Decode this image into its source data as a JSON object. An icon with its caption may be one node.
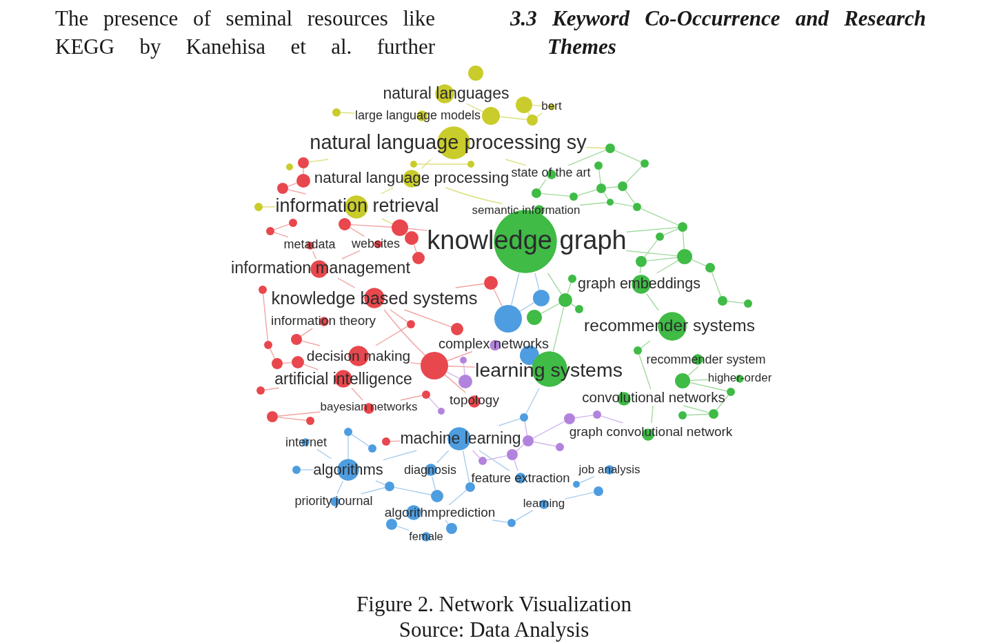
{
  "diagram": {
    "caption": "Figure 2. Network Visualization",
    "nodes": [
      {
        "text": [
          "natural languages"
        ]
      },
      {
        "text": [
          "bert"
        ]
      },
      {
        "text": [
          "large language models"
        ]
      },
      {
        "text": [
          "natural language processing sy"
        ]
      },
      {
        "text": [
          "state of the art"
        ]
      },
      {
        "text": [
          "natural language processing"
        ]
      },
      {
        "text": [
          "information retrieval"
        ]
      },
      {
        "text": [
          "semantic information"
        ]
      },
      {
        "text": [
          "knowledge graph"
        ]
      },
      {
        "text": [
          "metadata"
        ]
      },
      {
        "text": [
          "websites"
        ]
      },
      {
        "text": [
          "information management"
        ]
      },
      {
        "text": [
          "knowledge based systems"
        ]
      },
      {
        "text": [
          "information theory"
        ]
      },
      {
        "text": [
          "graph embeddings"
        ]
      },
      {
        "text": [
          "recommender systems"
        ]
      },
      {
        "text": [
          "complex networks"
        ]
      },
      {
        "text": [
          "decision making"
        ]
      },
      {
        "text": [
          "learning systems"
        ]
      },
      {
        "text": [
          "recommender system"
        ]
      },
      {
        "text": [
          "artificial intelligence"
        ]
      },
      {
        "text": [
          "higher-order"
        ]
      },
      {
        "text": [
          "topology"
        ]
      },
      {
        "text": [
          "bayesian networks"
        ]
      },
      {
        "text": [
          "convolutional networks"
        ]
      },
      {
        "text": [
          "graph convolutional network"
        ]
      },
      {
        "text": [
          "internet"
        ]
      },
      {
        "text": [
          "machine learning"
        ]
      },
      {
        "text": [
          "algorithms"
        ]
      },
      {
        "text": [
          "diagnosis"
        ]
      },
      {
        "text": [
          "feature extraction"
        ]
      },
      {
        "text": [
          "job analysis"
        ]
      },
      {
        "text": [
          "priority journal"
        ]
      },
      {
        "text": [
          "algorithmprediction"
        ]
      },
      {
        "text": [
          "learning"
        ]
      },
      {
        "text": [
          "female"
        ]
      },
      {
        "text": [],
        "shape": "circle"
      },
      {
        "text": [],
        "shape": "circle"
      },
      {
        "text": [],
        "shape": "circle"
      },
      {
        "text": [],
        "shape": "circle"
      },
      {
        "text": [],
        "shape": "circle"
      },
      {
        "text": [],
        "shape": "circle"
      },
      {
        "text": [],
        "shape": "circle"
      },
      {
        "text": [],
        "shape": "circle"
      },
      {
        "text": [],
        "shape": "circle"
      },
      {
        "text": [],
        "shape": "circle"
      },
      {
        "text": [],
        "shape": "circle"
      },
      {
        "text": [],
        "shape": "circle"
      },
      {
        "text": [],
        "shape": "circle"
      },
      {
        "text": [],
        "shape": "circle"
      },
      {
        "text": [],
        "shape": "circle"
      },
      {
        "text": [],
        "shape": "circle"
      },
      {
        "text": [],
        "shape": "circle"
      },
      {
        "text": [],
        "shape": "circle"
      },
      {
        "text": [],
        "shape": "circle"
      },
      {
        "text": [],
        "shape": "circle"
      },
      {
        "text": [],
        "shape": "circle"
      },
      {
        "text": [],
        "shape": "circle"
      },
      {
        "text": [],
        "shape": "circle"
      },
      {
        "text": [],
        "shape": "circle"
      },
      {
        "text": [],
        "shape": "circle"
      },
      {
        "text": [],
        "shape": "circle"
      },
      {
        "text": [],
        "shape": "circle"
      },
      {
        "text": [],
        "shape": "circle"
      },
      {
        "text": [],
        "shape": "circle"
      },
      {
        "text": [],
        "shape": "circle"
      },
      {
        "text": [],
        "shape": "circle"
      },
      {
        "text": [],
        "shape": "circle"
      },
      {
        "text": [],
        "shape": "circle"
      },
      {
        "text": [],
        "shape": "circle"
      },
      {
        "text": [],
        "shape": "circle"
      },
      {
        "text": [],
        "shape": "circle"
      },
      {
        "text": [],
        "shape": "circle"
      },
      {
        "text": [],
        "shape": "circle"
      },
      {
        "text": [],
        "shape": "circle"
      },
      {
        "text": [],
        "shape": "circle"
      },
      {
        "text": [],
        "shape": "circle"
      },
      {
        "text": [],
        "shape": "circle"
      },
      {
        "text": [],
        "shape": "circle"
      },
      {
        "text": [],
        "shape": "circle"
      },
      {
        "text": [],
        "shape": "circle"
      },
      {
        "text": [],
        "shape": "circle"
      },
      {
        "text": [],
        "shape": "circle"
      },
      {
        "text": [],
        "shape": "circle"
      },
      {
        "text": [],
        "shape": "circle"
      },
      {
        "text": [],
        "shape": "circle"
      },
      {
        "text": [],
        "shape": "circle"
      },
      {
        "text": [],
        "shape": "circle"
      },
      {
        "text": [],
        "shape": "circle"
      },
      {
        "text": [],
        "shape": "circle"
      },
      {
        "text": [],
        "shape": "circle"
      },
      {
        "text": [],
        "shape": "circle"
      },
      {
        "text": [],
        "shape": "circle"
      },
      {
        "text": [],
        "shape": "circle"
      },
      {
        "text": [],
        "shape": "circle"
      },
      {
        "text": [],
        "shape": "circle"
      },
      {
        "text": [],
        "shape": "circle"
      },
      {
        "text": [],
        "shape": "circle"
      },
      {
        "text": [],
        "shape": "circle"
      },
      {
        "text": [],
        "shape": "circle"
      },
      {
        "text": [],
        "shape": "circle"
      },
      {
        "text": [],
        "shape": "circle"
      },
      {
        "text": [],
        "shape": "circle"
      },
      {
        "text": [],
        "shape": "circle"
      },
      {
        "text": [],
        "shape": "circle"
      },
      {
        "text": [],
        "shape": "circle"
      },
      {
        "text": [],
        "shape": "circle"
      },
      {
        "text": [],
        "shape": "circle"
      },
      {
        "text": [],
        "shape": "circle"
      },
      {
        "text": [],
        "shape": "circle"
      },
      {
        "text": [],
        "shape": "circle"
      },
      {
        "text": [],
        "shape": "circle"
      },
      {
        "text": [],
        "shape": "circle"
      },
      {
        "text": [],
        "shape": "circle"
      },
      {
        "text": [],
        "shape": "circle"
      },
      {
        "text": [],
        "shape": "circle"
      },
      {
        "text": [],
        "shape": "circle"
      }
    ],
    "edges": [
      {
        "from": 0,
        "to": 38,
        "arrow": "none",
        "color": "#dcdf7e"
      },
      {
        "from": 38,
        "to": 39,
        "arrow": "none",
        "color": "#dcdf7e"
      },
      {
        "from": 37,
        "to": 1,
        "arrow": "none",
        "color": "#dcdf7e"
      },
      {
        "from": 37,
        "to": 39,
        "arrow": "none",
        "color": "#dcdf7e"
      },
      {
        "from": 1,
        "to": 39,
        "arrow": "none",
        "color": "#dcdf7e"
      },
      {
        "from": 2,
        "to": 41,
        "arrow": "none",
        "color": "#dcdf7e"
      },
      {
        "from": 3,
        "to": 5,
        "arrow": "none",
        "color": "#dcdf7e"
      },
      {
        "from": 3,
        "to": 4,
        "arrow": "none",
        "color": "#dcdf7e"
      },
      {
        "from": 3,
        "to": 45,
        "arrow": "none",
        "color": "#dcdf7e"
      },
      {
        "from": 3,
        "to": 68,
        "arrow": "none",
        "color": "#dcdf7e"
      },
      {
        "from": 42,
        "to": 43,
        "arrow": "none",
        "color": "#dcdf7e"
      },
      {
        "from": 5,
        "to": 6,
        "arrow": "none",
        "color": "#dcdf7e"
      },
      {
        "from": 5,
        "to": 7,
        "arrow": "none",
        "color": "#dcdf7e"
      },
      {
        "from": 6,
        "to": 44,
        "arrow": "none",
        "color": "#dcdf7e"
      },
      {
        "from": 6,
        "to": 50,
        "arrow": "none",
        "color": "#dcdf7e"
      },
      {
        "from": 45,
        "to": 46,
        "arrow": "none",
        "color": "#f2a3a3"
      },
      {
        "from": 46,
        "to": 47,
        "arrow": "none",
        "color": "#f2a3a3"
      },
      {
        "from": 47,
        "to": 6,
        "arrow": "none",
        "color": "#f2a3a3"
      },
      {
        "from": 54,
        "to": 9,
        "arrow": "none",
        "color": "#f2a3a3"
      },
      {
        "from": 48,
        "to": 54,
        "arrow": "none",
        "color": "#f2a3a3"
      },
      {
        "from": 11,
        "to": 9,
        "arrow": "none",
        "color": "#f2a3a3"
      },
      {
        "from": 11,
        "to": 10,
        "arrow": "none",
        "color": "#f2a3a3"
      },
      {
        "from": 11,
        "to": 12,
        "arrow": "none",
        "color": "#f2a3a3"
      },
      {
        "from": 49,
        "to": 10,
        "arrow": "none",
        "color": "#f2a3a3"
      },
      {
        "from": 49,
        "to": 50,
        "arrow": "none",
        "color": "#f2a3a3"
      },
      {
        "from": 51,
        "to": 53,
        "arrow": "none",
        "color": "#f2a3a3"
      },
      {
        "from": 50,
        "to": 8,
        "arrow": "none",
        "color": "#f2a3a3"
      },
      {
        "from": 12,
        "to": 52,
        "arrow": "none",
        "color": "#f2a3a3"
      },
      {
        "from": 12,
        "to": 57,
        "arrow": "none",
        "color": "#f2a3a3"
      },
      {
        "from": 13,
        "to": 56,
        "arrow": "none",
        "color": "#f2a3a3"
      },
      {
        "from": 17,
        "to": 57,
        "arrow": "none",
        "color": "#f2a3a3"
      },
      {
        "from": 20,
        "to": 60,
        "arrow": "none",
        "color": "#f2a3a3"
      },
      {
        "from": 60,
        "to": 59,
        "arrow": "none",
        "color": "#f2a3a3"
      },
      {
        "from": 20,
        "to": 61,
        "arrow": "none",
        "color": "#f2a3a3"
      },
      {
        "from": 20,
        "to": 23,
        "arrow": "none",
        "color": "#f2a3a3"
      },
      {
        "from": 23,
        "to": 62,
        "arrow": "none",
        "color": "#f2a3a3"
      },
      {
        "from": 62,
        "to": 63,
        "arrow": "none",
        "color": "#f2a3a3"
      },
      {
        "from": 23,
        "to": 64,
        "arrow": "none",
        "color": "#f2a3a3"
      },
      {
        "from": 57,
        "to": 18,
        "arrow": "none",
        "color": "#f2a3a3"
      },
      {
        "from": 65,
        "to": 12,
        "arrow": "none",
        "color": "#f2a3a3"
      },
      {
        "from": 65,
        "to": 17,
        "arrow": "none",
        "color": "#f2a3a3"
      },
      {
        "from": 66,
        "to": 12,
        "arrow": "none",
        "color": "#f2a3a3"
      },
      {
        "from": 58,
        "to": 59,
        "arrow": "none",
        "color": "#f2a3a3"
      },
      {
        "from": 22,
        "to": 57,
        "arrow": "none",
        "color": "#f2a3a3"
      },
      {
        "from": 67,
        "to": 27,
        "arrow": "none",
        "color": "#f2a3a3"
      },
      {
        "from": 55,
        "to": 58,
        "arrow": "none",
        "color": "#f2a3a3"
      },
      {
        "from": 52,
        "to": 93,
        "arrow": "none",
        "color": "#f2a3a3"
      },
      {
        "from": 56,
        "to": 17,
        "arrow": "none",
        "color": "#f2a3a3"
      },
      {
        "from": 16,
        "to": 57,
        "arrow": "none",
        "color": "#f2a3a3"
      },
      {
        "from": 8,
        "to": 76,
        "arrow": "none"
      },
      {
        "from": 8,
        "to": 73,
        "arrow": "none"
      },
      {
        "from": 8,
        "to": 82,
        "arrow": "none"
      },
      {
        "from": 92,
        "to": 82,
        "arrow": "none"
      },
      {
        "from": 82,
        "to": 18,
        "arrow": "none"
      },
      {
        "from": 83,
        "to": 82,
        "arrow": "none"
      },
      {
        "from": 82,
        "to": 90,
        "arrow": "none"
      },
      {
        "from": 4,
        "to": 68,
        "arrow": "none"
      },
      {
        "from": 68,
        "to": 69,
        "arrow": "none"
      },
      {
        "from": 69,
        "to": 70,
        "arrow": "none"
      },
      {
        "from": 70,
        "to": 79,
        "arrow": "none"
      },
      {
        "from": 78,
        "to": 79,
        "arrow": "none"
      },
      {
        "from": 79,
        "to": 80,
        "arrow": "none"
      },
      {
        "from": 81,
        "to": 71,
        "arrow": "none"
      },
      {
        "from": 81,
        "to": 79,
        "arrow": "none"
      },
      {
        "from": 71,
        "to": 4,
        "arrow": "none"
      },
      {
        "from": 70,
        "to": 72,
        "arrow": "none"
      },
      {
        "from": 72,
        "to": 80,
        "arrow": "none"
      },
      {
        "from": 72,
        "to": 73,
        "arrow": "none"
      },
      {
        "from": 73,
        "to": 74,
        "arrow": "none"
      },
      {
        "from": 74,
        "to": 75,
        "arrow": "none"
      },
      {
        "from": 75,
        "to": 14,
        "arrow": "none"
      },
      {
        "from": 14,
        "to": 76,
        "arrow": "none"
      },
      {
        "from": 75,
        "to": 76,
        "arrow": "none"
      },
      {
        "from": 73,
        "to": 76,
        "arrow": "none"
      },
      {
        "from": 76,
        "to": 77,
        "arrow": "none"
      },
      {
        "from": 77,
        "to": 84,
        "arrow": "none"
      },
      {
        "from": 84,
        "to": 85,
        "arrow": "none"
      },
      {
        "from": 14,
        "to": 15,
        "arrow": "none"
      },
      {
        "from": 15,
        "to": 89,
        "arrow": "none"
      },
      {
        "from": 19,
        "to": 86,
        "arrow": "none"
      },
      {
        "from": 86,
        "to": 21,
        "arrow": "none"
      },
      {
        "from": 89,
        "to": 24,
        "arrow": "none"
      },
      {
        "from": 24,
        "to": 87,
        "arrow": "none"
      },
      {
        "from": 87,
        "to": 88,
        "arrow": "none"
      },
      {
        "from": 86,
        "to": 88,
        "arrow": "none"
      },
      {
        "from": 91,
        "to": 87,
        "arrow": "none"
      },
      {
        "from": 25,
        "to": 24,
        "arrow": "none"
      },
      {
        "from": 7,
        "to": 80,
        "arrow": "none"
      },
      {
        "from": 27,
        "to": 28,
        "arrow": "none",
        "color": "#a9cdee"
      },
      {
        "from": 27,
        "to": 29,
        "arrow": "none",
        "color": "#a9cdee"
      },
      {
        "from": 27,
        "to": 101,
        "arrow": "none",
        "color": "#a9cdee"
      },
      {
        "from": 101,
        "to": 33,
        "arrow": "none",
        "color": "#a9cdee"
      },
      {
        "from": 27,
        "to": 30,
        "arrow": "none",
        "color": "#a9cdee"
      },
      {
        "from": 93,
        "to": 94,
        "arrow": "none",
        "color": "#a9cdee"
      },
      {
        "from": 93,
        "to": 8,
        "arrow": "none",
        "color": "#a9cdee"
      },
      {
        "from": 94,
        "to": 8,
        "arrow": "none",
        "color": "#a9cdee"
      },
      {
        "from": 28,
        "to": 26,
        "arrow": "none",
        "color": "#a9cdee"
      },
      {
        "from": 28,
        "to": 32,
        "arrow": "none",
        "color": "#a9cdee"
      },
      {
        "from": 28,
        "to": 96,
        "arrow": "none",
        "color": "#a9cdee"
      },
      {
        "from": 96,
        "to": 97,
        "arrow": "none",
        "color": "#a9cdee"
      },
      {
        "from": 28,
        "to": 98,
        "arrow": "none",
        "color": "#a9cdee"
      },
      {
        "from": 28,
        "to": 99,
        "arrow": "none",
        "color": "#a9cdee"
      },
      {
        "from": 32,
        "to": 99,
        "arrow": "none",
        "color": "#a9cdee"
      },
      {
        "from": 35,
        "to": 104,
        "arrow": "none",
        "color": "#a9cdee"
      },
      {
        "from": 33,
        "to": 103,
        "arrow": "none",
        "color": "#a9cdee"
      },
      {
        "from": 34,
        "to": 102,
        "arrow": "none",
        "color": "#a9cdee"
      },
      {
        "from": 31,
        "to": 106,
        "arrow": "none",
        "color": "#a9cdee"
      },
      {
        "from": 34,
        "to": 107,
        "arrow": "none",
        "color": "#a9cdee"
      },
      {
        "from": 105,
        "to": 27,
        "arrow": "none",
        "color": "#a9cdee"
      },
      {
        "from": 105,
        "to": 18,
        "arrow": "none",
        "color": "#a9cdee"
      },
      {
        "from": 102,
        "to": 33,
        "arrow": "none",
        "color": "#a9cdee"
      },
      {
        "from": 99,
        "to": 100,
        "arrow": "none",
        "color": "#a9cdee"
      },
      {
        "from": 29,
        "to": 100,
        "arrow": "none",
        "color": "#a9cdee"
      },
      {
        "from": 108,
        "to": 57,
        "arrow": "none",
        "color": "#d3b8ee"
      },
      {
        "from": 109,
        "to": 108,
        "arrow": "none",
        "color": "#d3b8ee"
      },
      {
        "from": 110,
        "to": 111,
        "arrow": "none",
        "color": "#d3b8ee"
      },
      {
        "from": 111,
        "to": 25,
        "arrow": "none",
        "color": "#d3b8ee"
      },
      {
        "from": 112,
        "to": 113,
        "arrow": "none",
        "color": "#d3b8ee"
      },
      {
        "from": 113,
        "to": 114,
        "arrow": "none",
        "color": "#d3b8ee"
      },
      {
        "from": 114,
        "to": 27,
        "arrow": "none",
        "color": "#d3b8ee"
      },
      {
        "from": 113,
        "to": 30,
        "arrow": "none",
        "color": "#d3b8ee"
      },
      {
        "from": 112,
        "to": 110,
        "arrow": "none",
        "color": "#d3b8ee"
      },
      {
        "from": 112,
        "to": 105,
        "arrow": "none",
        "color": "#d3b8ee"
      },
      {
        "from": 116,
        "to": 112,
        "arrow": "none",
        "color": "#d3b8ee"
      },
      {
        "from": 115,
        "to": 64,
        "arrow": "none",
        "color": "#d3b8ee"
      }
    ],
    "labels": [
      "The presence of seminal resources like KEGG by Kanehisa et al. further",
      "3.3 Keyword Co-Occurrence and Research Themes",
      "Source: Data Analysis"
    ]
  }
}
